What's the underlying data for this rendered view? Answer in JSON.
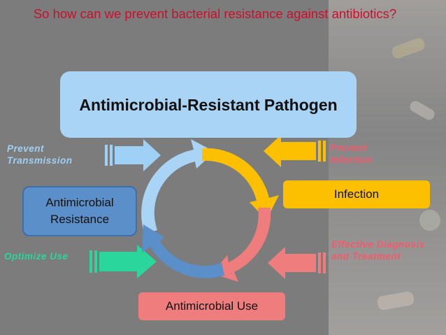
{
  "slide": {
    "title": "So how can we prevent bacterial resistance against antibiotics?"
  },
  "nodes": {
    "pathogen": "Antimicrobial-Resistant Pathogen",
    "infection": "Infection",
    "use": "Antimicrobial Use",
    "resistance": "Antimicrobial Resistance"
  },
  "interventions": {
    "prevent_transmission": "Prevent Transmission",
    "prevent_infection": "Prevent Infection",
    "effective_diagnosis": "Effective Diagnosis and Treatment",
    "optimize_use": "Optimize Use"
  },
  "colors": {
    "background": "#7c7c7c",
    "title": "#c8102e",
    "pathogen": "#a9d4f5",
    "infection": "#fcc000",
    "use": "#f07d7d",
    "resistance": "#5b8fc9",
    "intervention_red": "#f45a6b",
    "intervention_green": "#2ad69b",
    "intervention_blue": "#9fd0f5"
  }
}
